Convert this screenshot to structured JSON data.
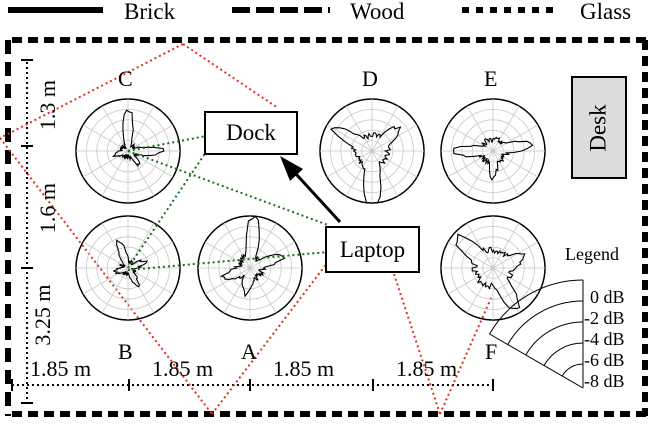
{
  "wall_legend": [
    {
      "label": "Brick",
      "style": "solid"
    },
    {
      "label": "Wood",
      "style": "dashed"
    },
    {
      "label": "Glass",
      "style": "dotted"
    }
  ],
  "devices": {
    "dock": "Dock",
    "laptop": "Laptop",
    "desk": "Desk"
  },
  "positions": {
    "A": "A",
    "B": "B",
    "C": "C",
    "D": "D",
    "E": "E",
    "F": "F"
  },
  "dimensions": {
    "vertical": [
      "1.3 m",
      "1.6 m",
      "3.25 m"
    ],
    "horizontal": [
      "1.85 m",
      "1.85 m",
      "1.85 m",
      "1.85 m"
    ]
  },
  "gain_legend": {
    "title": "Legend",
    "levels": [
      "0 dB",
      "-2 dB",
      "-4 dB",
      "-6 dB",
      "-8 dB"
    ]
  },
  "colors": {
    "dotted_red": "#e0301e",
    "dotted_green": "#1b6e1b",
    "desk_fill": "#dcdcdc"
  }
}
